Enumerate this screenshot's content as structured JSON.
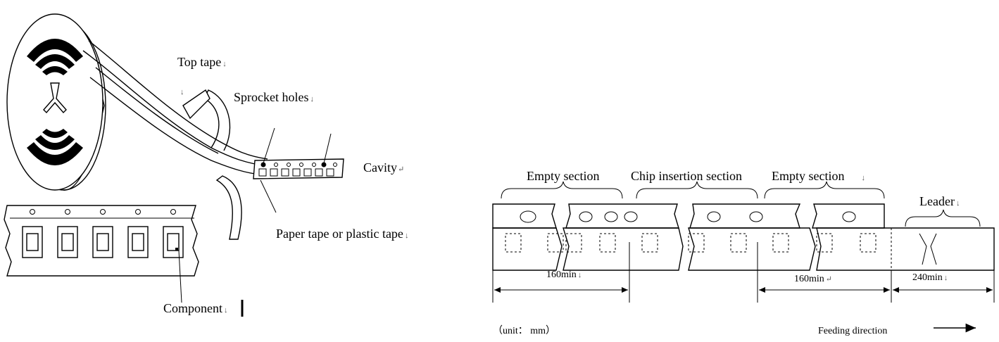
{
  "reel_diagram": {
    "top_tape": "Top tape",
    "sprocket_holes": "Sprocket holes",
    "cavity": "Cavity",
    "paper_tape": "Paper tape or plastic tape",
    "component": "Component",
    "top_tape_mark": "↓",
    "sprocket_mark": "↓",
    "cavity_mark": "↵",
    "paper_mark": "↓",
    "component_mark": "↓",
    "stray_mark": "↓",
    "component_count": 5
  },
  "tape_diagram": {
    "empty_section_left": "Empty section",
    "chip_insertion_section": "Chip insertion section",
    "empty_section_right": "Empty section",
    "leader": "Leader",
    "dim_left": "160min",
    "dim_right": "160min",
    "dim_leader": "240min",
    "unit_note": "（unit： mm）",
    "feeding_direction": "Feeding direction",
    "empty_right_mark": "↓",
    "leader_mark": "↓",
    "dim_left_mark": "↓",
    "dim_right_mark": "↵",
    "dim_leader_mark": "↓"
  }
}
